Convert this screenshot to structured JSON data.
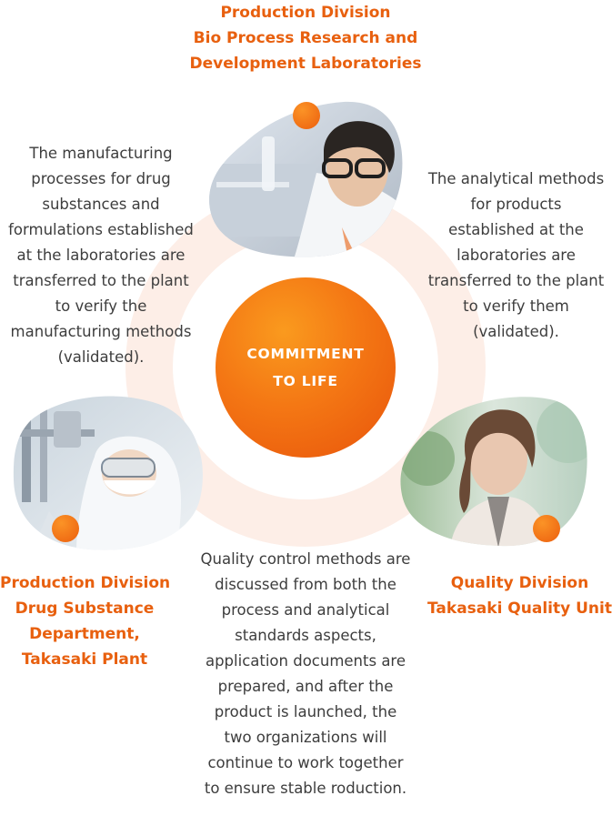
{
  "nodes": {
    "top": {
      "title_lines": [
        "Production Division",
        "Bio Process Research and",
        "Development Laboratories"
      ],
      "photo_icon": "researcher-photo"
    },
    "left": {
      "title_lines": [
        "Production Division",
        "Drug Substance",
        "Department,",
        "Takasaki Plant"
      ],
      "photo_icon": "plant-worker-photo"
    },
    "right": {
      "title_lines": [
        "Quality Division",
        "Takasaki Quality Unit"
      ],
      "photo_icon": "quality-staff-photo"
    }
  },
  "center": {
    "lines": [
      "COMMITMENT",
      "TO LIFE"
    ]
  },
  "descriptions": {
    "left": [
      "The manufacturing",
      "processes for drug",
      "substances and",
      "formulations established",
      "at the laboratories are",
      "transferred to the plant",
      "to verify the",
      "manufacturing methods",
      "(validated)."
    ],
    "right": [
      "The analytical methods",
      "for products",
      "established at the",
      "laboratories are",
      "transferred to the plant",
      "to  verify them",
      "(validated)."
    ],
    "bottom": [
      "Quality control methods are",
      "discussed from both the",
      "process and analytical",
      "standards aspects,",
      "application documents are",
      "prepared, and after the",
      "product is launched, the",
      "two organizations will",
      "continue to work together",
      "to ensure stable roduction."
    ]
  },
  "colors": {
    "accent": "#e8600f",
    "ring": "#fdf0ea",
    "text": "#3d3d3d"
  }
}
